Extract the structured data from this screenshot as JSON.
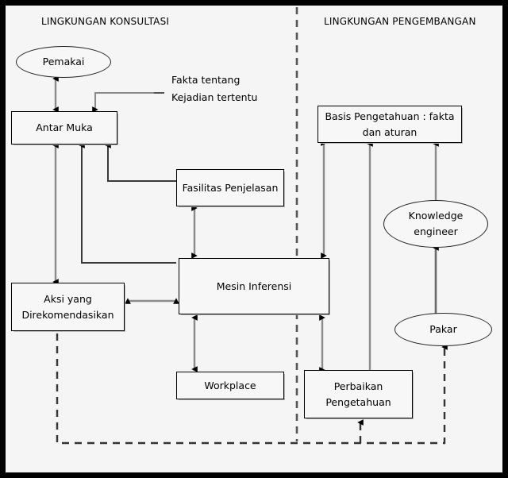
{
  "diagram": {
    "title_left": "LINGKUNGAN KONSULTASI",
    "title_right": "LINGKUNGAN PENGEMBANGAN",
    "annotation": {
      "line1": "Fakta tentang",
      "line2": "Kejadian tertentu"
    },
    "nodes": {
      "pemakai": "Pemakai",
      "antar_muka": "Antar Muka",
      "fasilitas_penjelasan": "Fasilitas Penjelasan",
      "aksi_line1": "Aksi yang",
      "aksi_line2": "Direkomendasikan",
      "mesin_inferensi": "Mesin Inferensi",
      "workplace": "Workplace",
      "basis_line1": "Basis Pengetahuan : fakta",
      "basis_line2": "dan aturan",
      "knowledge_line1": "Knowledge",
      "knowledge_line2": "engineer",
      "pakar": "Pakar",
      "perbaikan_line1": "Perbaikan",
      "perbaikan_line2": "Pengetahuan"
    },
    "colors": {
      "frame": "#000000",
      "background": "#f5f5f5",
      "node_fill": "#f7f7f7",
      "node_stroke": "#000000",
      "node_shadow": "#b8b8b8",
      "arrow_light": "#8a8a8a",
      "arrow_dark": "#3a3a3a",
      "arrow_head": "#000000",
      "divider": "#555555"
    }
  }
}
